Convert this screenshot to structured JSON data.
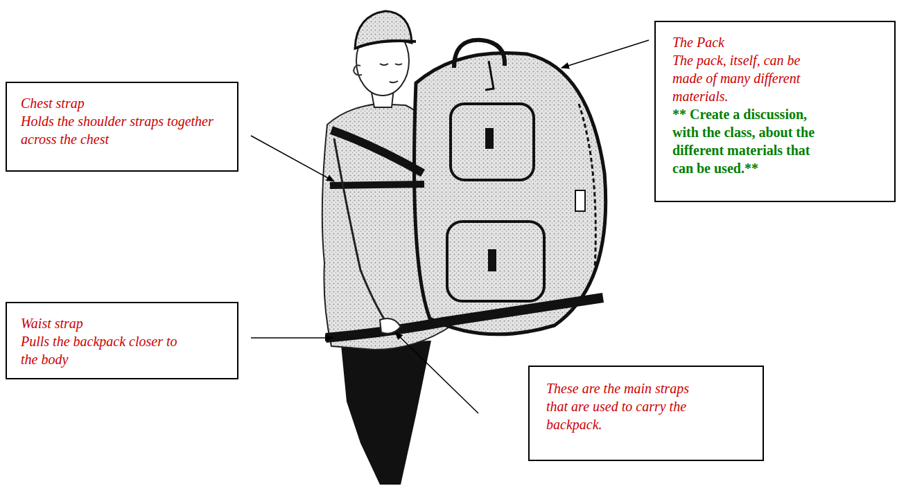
{
  "diagram": {
    "nodes": [
      {
        "text": [
          "Chest strap",
          "Holds the shoulder straps together across the chest"
        ]
      },
      {
        "text": [
          "Waist strap",
          "Pulls the backpack closer to the body"
        ]
      },
      {
        "text": [
          "The Pack",
          "The pack, itself, can be made of many different materials.",
          "** Create a discussion, with the class, about the different materials that can be used.**"
        ]
      },
      {
        "text": [
          "These are the main straps that are used to carry the backpack."
        ]
      }
    ]
  }
}
